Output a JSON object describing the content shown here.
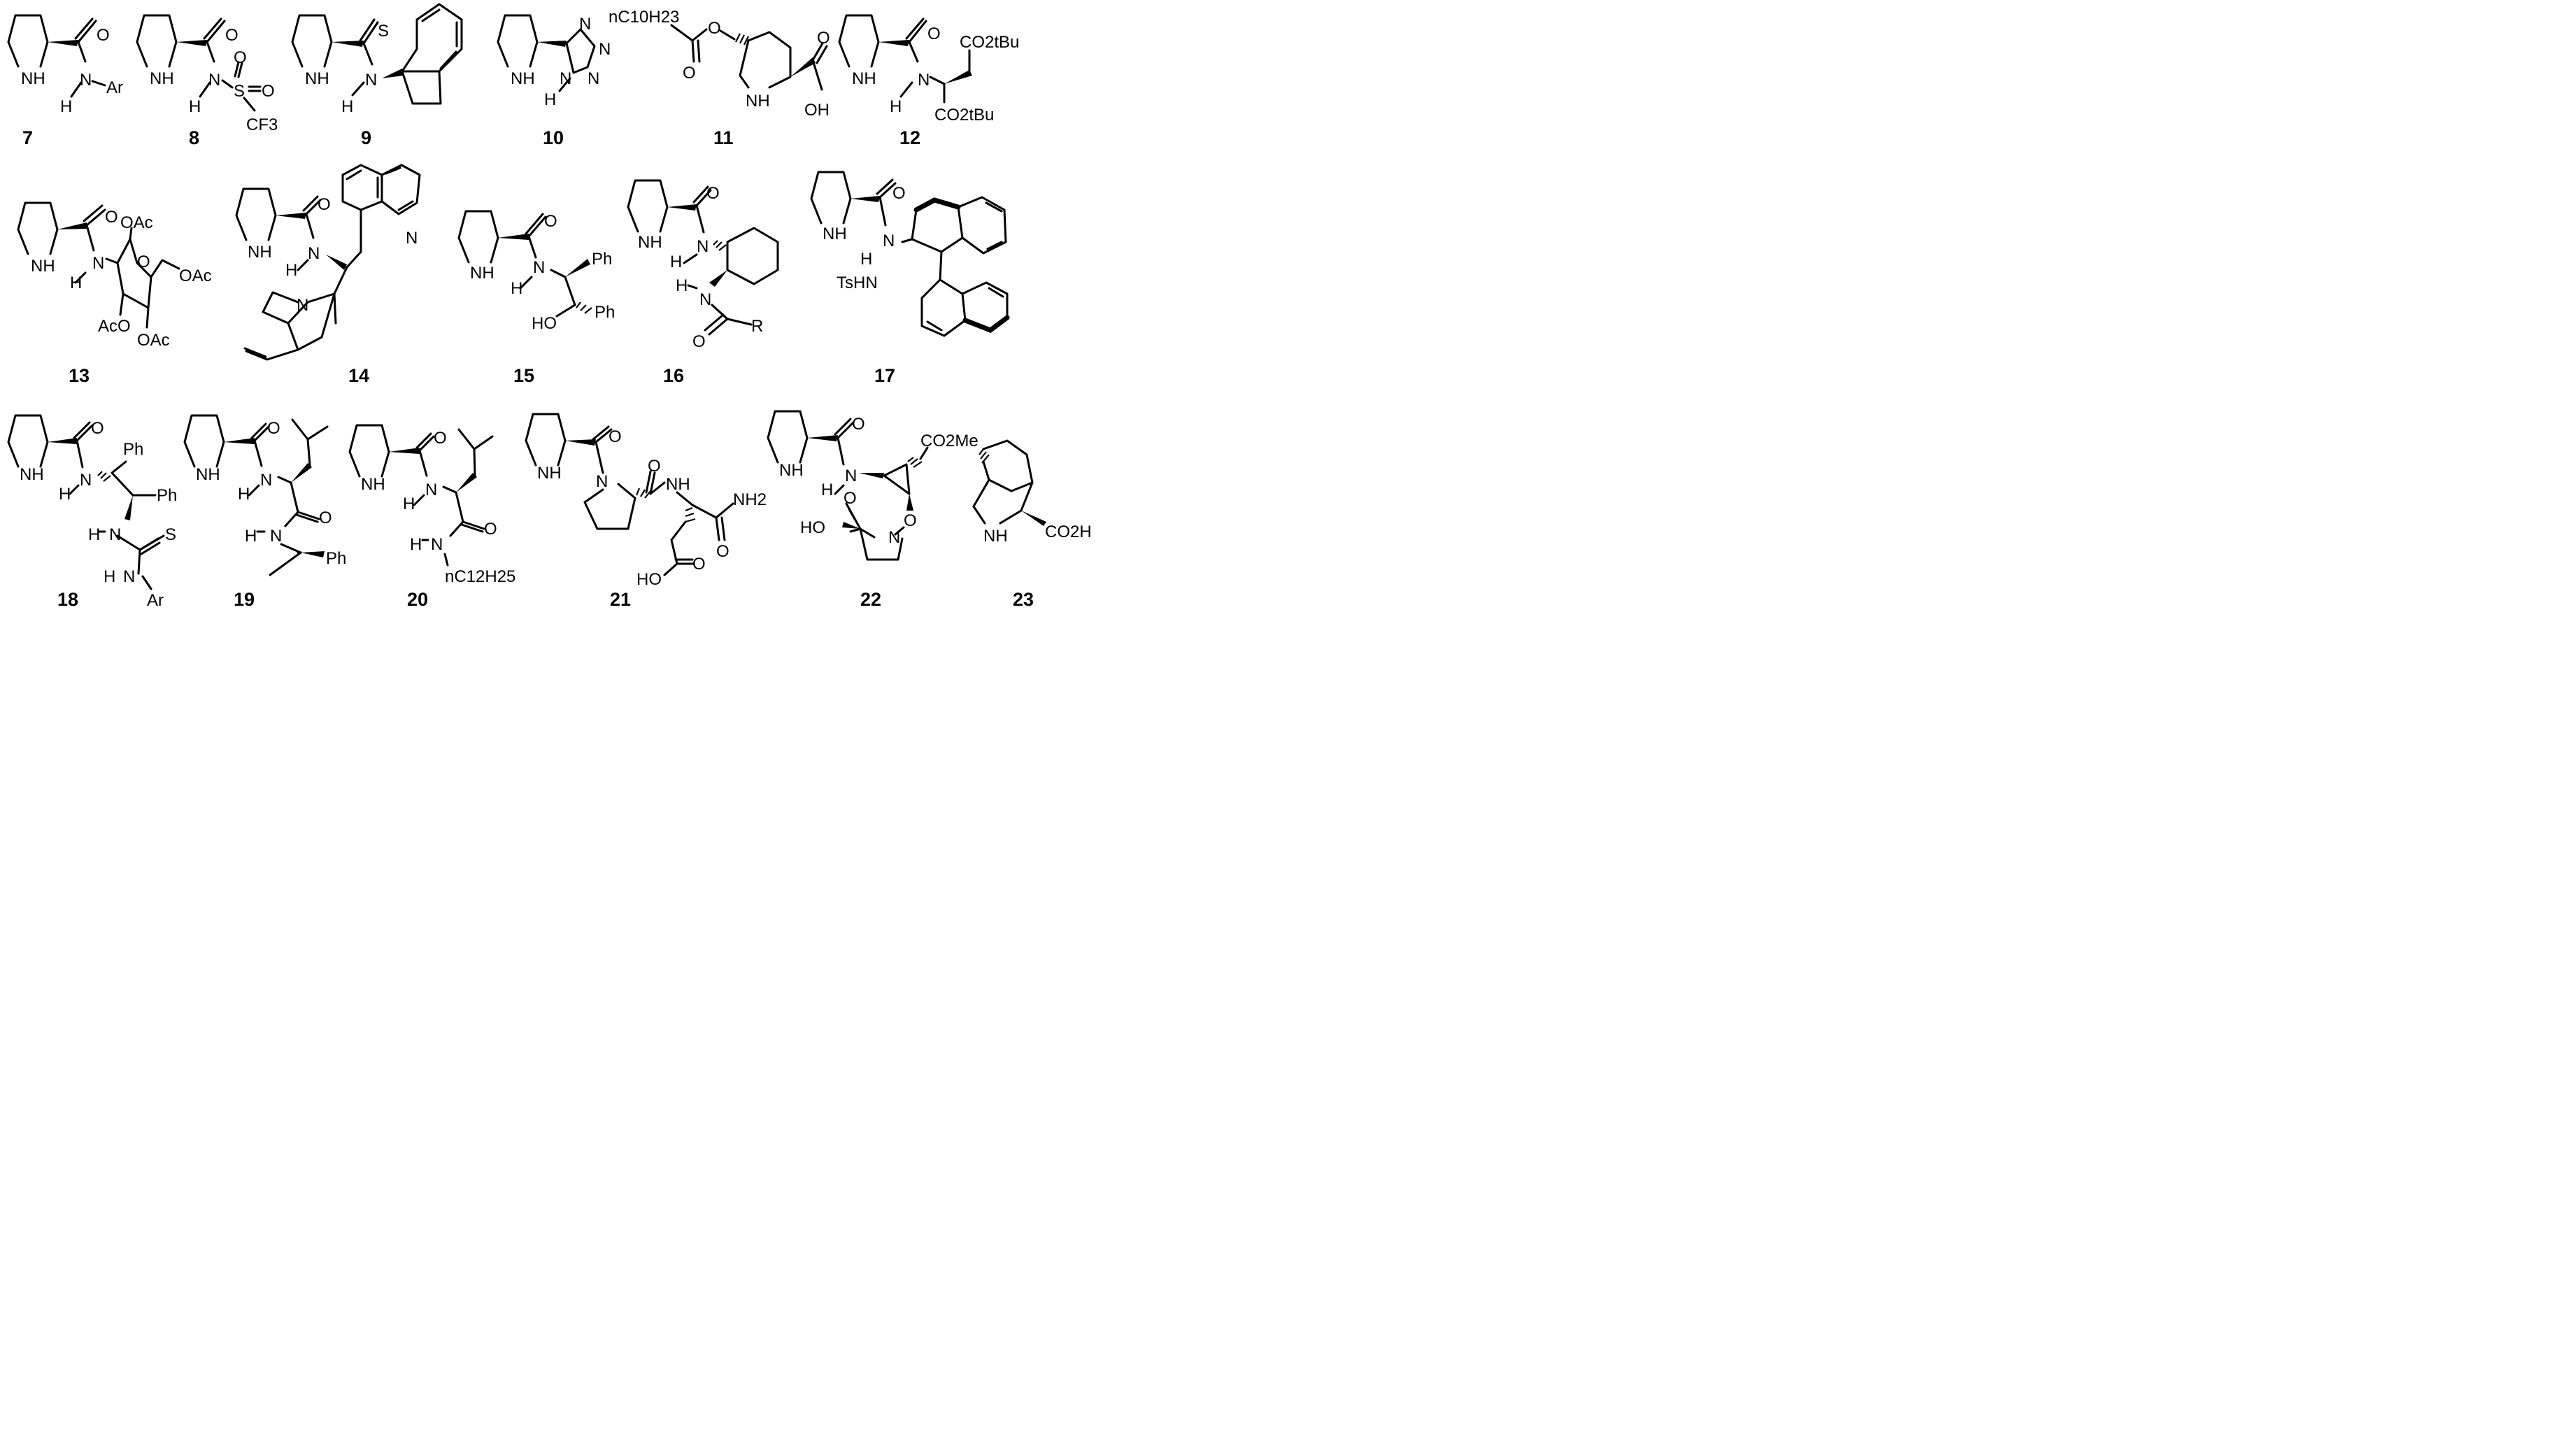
{
  "compounds": [
    {
      "id": "7",
      "groups": [
        "NH",
        "H",
        "N",
        "O",
        "Ar"
      ]
    },
    {
      "id": "8",
      "groups": [
        "NH",
        "H",
        "N",
        "O",
        "S",
        "O",
        "O",
        "CF3"
      ]
    },
    {
      "id": "9",
      "groups": [
        "NH",
        "H",
        "N",
        "S"
      ]
    },
    {
      "id": "10",
      "groups": [
        "NH",
        "H",
        "N",
        "N",
        "N",
        "N"
      ]
    },
    {
      "id": "11",
      "groups": [
        "nC10H23",
        "O",
        "O",
        "NH",
        "O",
        "OH"
      ]
    },
    {
      "id": "12",
      "groups": [
        "NH",
        "H",
        "N",
        "O",
        "CO2tBu",
        "CO2tBu"
      ]
    },
    {
      "id": "13",
      "groups": [
        "NH",
        "H",
        "N",
        "O",
        "OAc",
        "O",
        "OAc",
        "AcO",
        "OAc"
      ]
    },
    {
      "id": "14",
      "groups": [
        "NH",
        "H",
        "N",
        "O",
        "N",
        "N"
      ]
    },
    {
      "id": "15",
      "groups": [
        "NH",
        "H",
        "N",
        "O",
        "Ph",
        "HO",
        "Ph"
      ]
    },
    {
      "id": "16",
      "groups": [
        "NH",
        "H",
        "N",
        "O",
        "H",
        "N",
        "O",
        "R"
      ]
    },
    {
      "id": "17",
      "groups": [
        "NH",
        "H",
        "N",
        "O",
        "TsHN"
      ]
    },
    {
      "id": "18",
      "groups": [
        "NH",
        "H",
        "N",
        "O",
        "Ph",
        "Ph",
        "H",
        "N",
        "S",
        "H",
        "N",
        "Ar"
      ]
    },
    {
      "id": "19",
      "groups": [
        "NH",
        "H",
        "N",
        "O",
        "H",
        "N",
        "O",
        "Ph"
      ]
    },
    {
      "id": "20",
      "groups": [
        "NH",
        "H",
        "N",
        "O",
        "H",
        "N",
        "O",
        "nC12H25"
      ]
    },
    {
      "id": "21",
      "groups": [
        "NH",
        "N",
        "O",
        "O",
        "NH",
        "NH2",
        "O",
        "HO",
        "O"
      ]
    },
    {
      "id": "22",
      "groups": [
        "NH",
        "H",
        "N",
        "O",
        "CO2Me",
        "HO",
        "O",
        "N",
        "O"
      ]
    },
    {
      "id": "23",
      "groups": [
        "NH",
        "CO2H"
      ]
    }
  ]
}
